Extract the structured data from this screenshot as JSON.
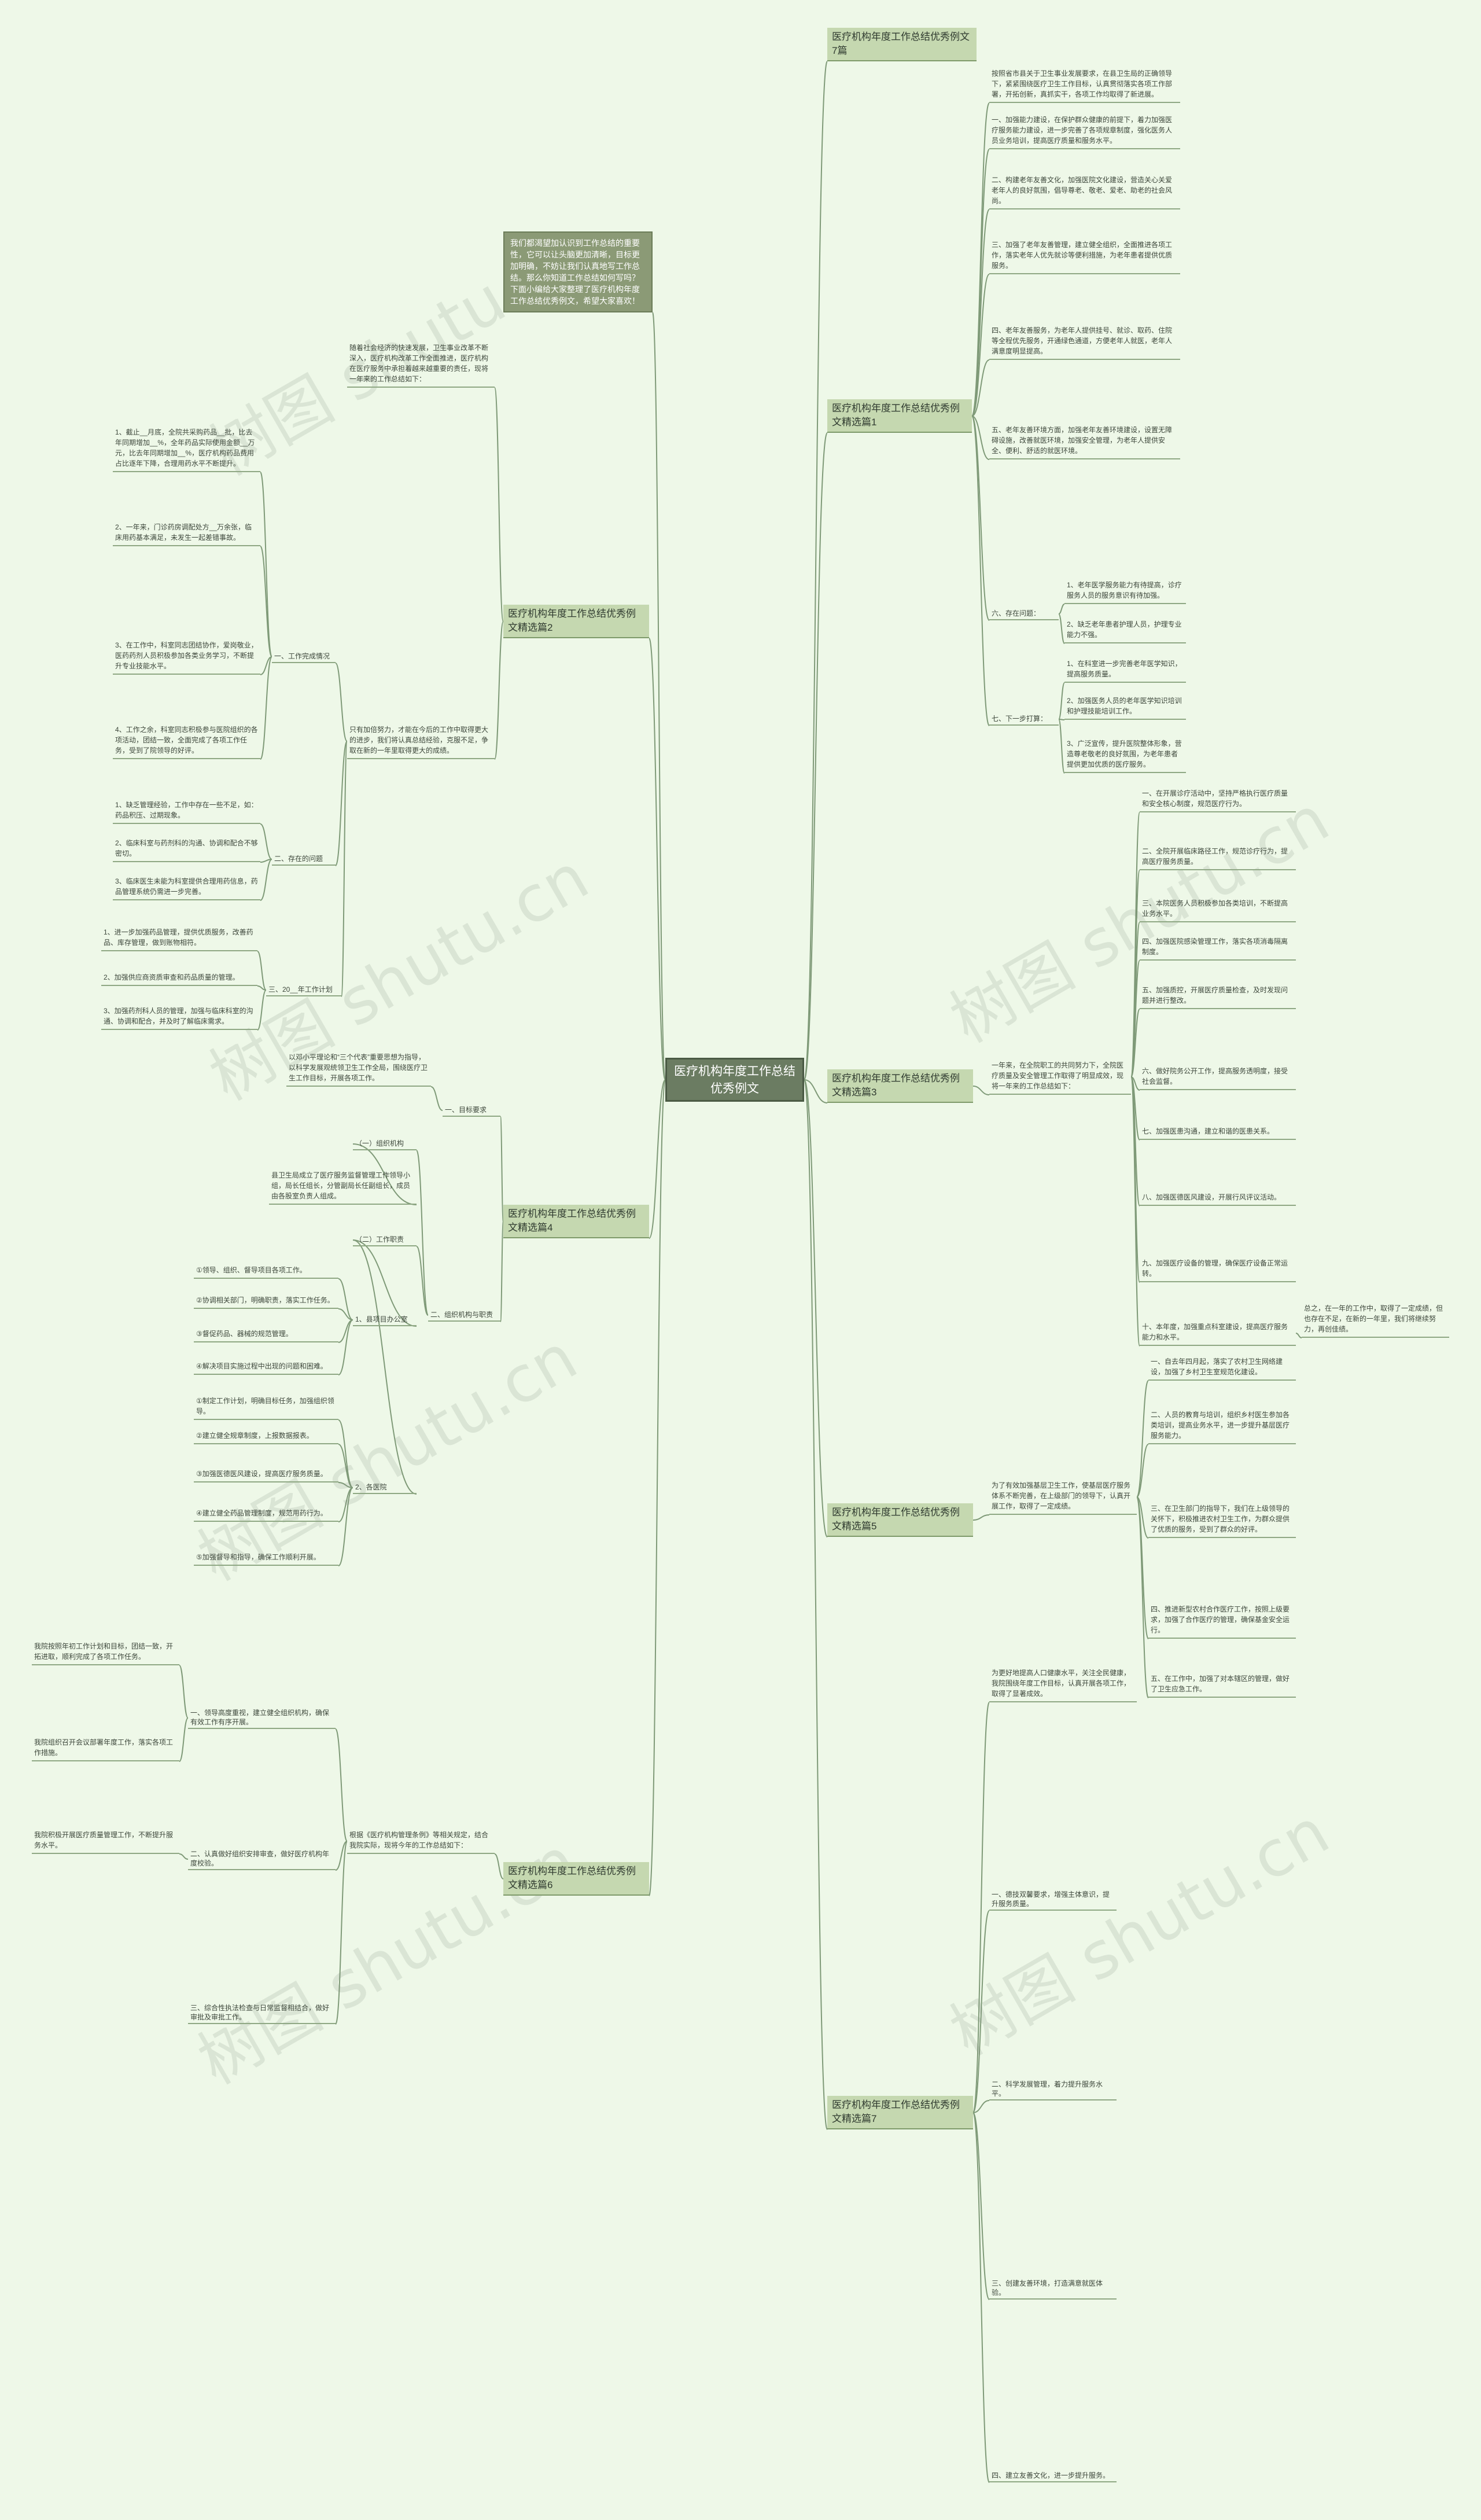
{
  "root": {
    "title": "医疗机构年度工作总结优秀例文"
  },
  "watermark": "树图 shutu.cn",
  "intro_text": "我们都渴望加认识到工作总结的重要性，它可以让头脑更加清晰，目标更加明确，不妨让我们认真地写工作总结。那么你知道工作总结如何写吗？下面小编给大家整理了医疗机构年度工作总结优秀例文，希望大家喜欢！",
  "branches": [
    {
      "title": "医疗机构年度工作总结优秀例文7篇"
    },
    {
      "title": "医疗机构年度工作总结优秀例文精选篇1"
    },
    {
      "title": "医疗机构年度工作总结优秀例文精选篇2"
    },
    {
      "title": "医疗机构年度工作总结优秀例文精选篇3"
    },
    {
      "title": "医疗机构年度工作总结优秀例文精选篇4"
    },
    {
      "title": "医疗机构年度工作总结优秀例文精选篇5"
    },
    {
      "title": "医疗机构年度工作总结优秀例文精选篇6"
    },
    {
      "title": "医疗机构年度工作总结优秀例文精选篇7"
    }
  ],
  "p1": {
    "intro": "按照省市县关于卫生事业发展要求，在县卫生局的正确领导下，紧紧围绕医疗卫生工作目标，认真贯彻落实各项工作部署，开拓创新，真抓实干，各项工作均取得了新进展。",
    "items": [
      "一、加强能力建设，在保护群众健康的前提下，着力加强医疗服务能力建设，进一步完善了各项规章制度，强化医务人员业务培训，提高医疗质量和服务水平。",
      "二、构建老年友善文化，加强医院文化建设，营造关心关爱老年人的良好氛围，倡导尊老、敬老、爱老、助老的社会风尚。",
      "三、加强了老年友善管理，建立健全组织，全面推进各项工作，落实老年人优先就诊等便利措施，为老年患者提供优质服务。",
      "四、老年友善服务，为老年人提供挂号、就诊、取药、住院等全程优先服务，开通绿色通道，方便老年人就医，老年人满意度明显提高。",
      "五、老年友善环境方面，加强老年友善环境建设，设置无障碍设施，改善就医环境，加强安全管理，为老年人提供安全、便利、舒适的就医环境。"
    ],
    "sub6": "六、存在问题：",
    "sub6_items": [
      "1、老年医学服务能力有待提高，诊疗服务人员的服务意识有待加强。",
      "2、缺乏老年患者护理人员，护理专业能力不强。"
    ],
    "sub7": "七、下一步打算：",
    "sub7_items": [
      "1、在科室进一步完善老年医学知识，提高服务质量。",
      "2、加强医务人员的老年医学知识培训和护理技能培训工作。",
      "3、广泛宣传，提升医院整体形象，营造尊老敬老的良好氛围，为老年患者提供更加优质的医疗服务。"
    ]
  },
  "p2": {
    "intro": "随着社会经济的快速发展，卫生事业改革不断深入，医疗机构改革工作全面推进，医疗机构在医疗服务中承担着越来越重要的责任，现将一年来的工作总结如下：",
    "sec1": "一、工作完成情况",
    "sec1_items": [
      "1、截止__月底，全院共采购药品__批，比去年同期增加__%，全年药品实际使用金额__万元，比去年同期增加__%，医疗机构药品费用占比逐年下降，合理用药水平不断提升。",
      "2、一年来，门诊药房调配处方__万余张，临床用药基本满足，未发生一起差错事故。",
      "3、在工作中，科室同志团结协作，爱岗敬业，医药药剂人员积极参加各类业务学习，不断提升专业技能水平。",
      "4、工作之余，科室同志积极参与医院组织的各项活动，团结一致，全面完成了各项工作任务，受到了院领导的好评。"
    ],
    "sec2": "二、存在的问题",
    "sec2_items": [
      "1、缺乏管理经验，工作中存在一些不足，如：药品积压、过期现象。",
      "2、临床科室与药剂科的沟通、协调和配合不够密切。",
      "3、临床医生未能为科室提供合理用药信息，药品管理系统仍需进一步完善。"
    ],
    "sec3": "三、20__年工作计划",
    "sec3_items": [
      "1、进一步加强药品管理，提供优质服务，改善药品、库存管理，做到账物相符。",
      "2、加强供应商资质审查和药品质量的管理。",
      "3、加强药剂科人员的管理，加强与临床科室的沟通、协调和配合，并及时了解临床需求。"
    ],
    "summary": "只有加倍努力，才能在今后的工作中取得更大的进步，我们将认真总结经验，克服不足，争取在新的一年里取得更大的成绩。"
  },
  "p3": {
    "intro": "一年来，在全院职工的共同努力下，全院医疗质量及安全管理工作取得了明显成效，现将一年来的工作总结如下：",
    "items": [
      "一、在开展诊疗活动中，坚持严格执行医疗质量和安全核心制度，规范医疗行为。",
      "二、全院开展临床路径工作，规范诊疗行为，提高医疗服务质量。",
      "三、本院医务人员积极参加各类培训，不断提高业务水平。",
      "四、加强医院感染管理工作，落实各项消毒隔离制度。",
      "五、加强质控，开展医疗质量检查，及时发现问题并进行整改。",
      "六、做好院务公开工作，提高服务透明度，接受社会监督。",
      "七、加强医患沟通，建立和谐的医患关系。",
      "八、加强医德医风建设，开展行风评议活动。",
      "九、加强医疗设备的管理，确保医疗设备正常运转。",
      "十、本年度，加强重点科室建设，提高医疗服务能力和水平。"
    ],
    "extra": "总之，在一年的工作中，取得了一定成绩，但也存在不足，在新的一年里，我们将继续努力，再创佳绩。"
  },
  "p4": {
    "intro": "以邓小平理论和“三个代表”重要思想为指导，以科学发展观统领卫生工作全局，围绕医疗卫生工作目标，开展各项工作。",
    "sec1": "一、目标要求",
    "sec2": "二、组织机构与职责",
    "sub1": "（一）组织机构",
    "sub1_text": "县卫生局成立了医疗服务监督管理工作领导小组，局长任组长，分管副局长任副组长，成员由各股室负责人组成。",
    "sub2": "（二）工作职责",
    "office": "1、县项目办公室",
    "office_items": [
      "①领导、组织、督导项目各项工作。",
      "②协调相关部门，明确职责，落实工作任务。",
      "③督促药品、器械的规范管理。",
      "④解决项目实施过程中出现的问题和困难。"
    ],
    "hospital": "2、各医院",
    "hospital_items": [
      "①制定工作计划，明确目标任务，加强组织领导。",
      "②建立健全规章制度，上报数据报表。",
      "③加强医德医风建设，提高医疗服务质量。",
      "④建立健全药品管理制度，规范用药行为。",
      "⑤加强督导和指导，确保工作顺利开展。"
    ]
  },
  "p5": {
    "intro": "为了有效加强基层卫生工作，使基层医疗服务体系不断完善，在上级部门的领导下，认真开展工作，取得了一定成绩。",
    "items": [
      "一、自去年四月起，落实了农村卫生网络建设，加强了乡村卫生室规范化建设。",
      "二、人员的教育与培训，组织乡村医生参加各类培训，提高业务水平，进一步提升基层医疗服务能力。",
      "三、在卫生部门的指导下，我们在上级领导的关怀下，积极推进农村卫生工作，为群众提供了优质的服务，受到了群众的好评。",
      "四、推进新型农村合作医疗工作，按照上级要求，加强了合作医疗的管理，确保基金安全运行。",
      "五、在工作中，加强了对本辖区的管理，做好了卫生应急工作。"
    ]
  },
  "p6": {
    "intro": "根据《医疗机构管理条例》等相关规定，结合我院实际，现将今年的工作总结如下：",
    "side_texts": [
      "我院按照年初工作计划和目标，团结一致，开拓进取，顺利完成了各项工作任务。",
      "我院组织召开会议部署年度工作，落实各项工作措施。",
      "我院积极开展医疗质量管理工作，不断提升服务水平。"
    ],
    "sec1": "一、领导高度重视，建立健全组织机构，确保有效工作有序开展。",
    "sec2": "二、认真做好组织安排审查，做好医疗机构年度校验。",
    "sec3": "三、综合性执法检查与日常监督相结合，做好审批及审批工作。",
    "right_intro": "为更好地提高人口健康水平，关注全民健康，我院围绕年度工作目标，认真开展各项工作，取得了显著成效。",
    "right_items": [
      "一、德技双馨要求，增强主体意识，提升服务质量。",
      "二、科学发展管理，着力提升服务水平。",
      "三、创建友善环境，打造满意就医体验。",
      "四、建立友善文化，进一步提升服务。"
    ]
  }
}
